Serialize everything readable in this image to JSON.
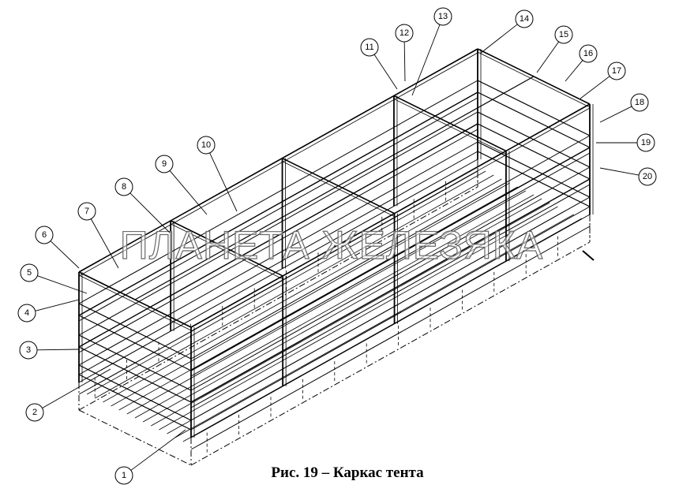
{
  "figure": {
    "caption": "Рис. 19 – Каркас тента",
    "watermark": "ПЛАНЕТА ЖЕЛЕЗЯКА",
    "callouts": [
      "1",
      "2",
      "3",
      "4",
      "5",
      "6",
      "7",
      "8",
      "9",
      "10",
      "11",
      "12",
      "13",
      "14",
      "15",
      "16",
      "17",
      "18",
      "19",
      "20"
    ],
    "line_color": "#000000"
  }
}
